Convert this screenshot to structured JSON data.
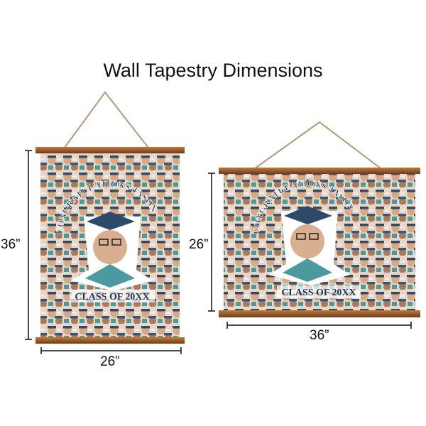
{
  "title": "Wall Tapestry Dimensions",
  "tapestries": [
    {
      "orientation": "portrait",
      "height_label": "36”",
      "width_label": "26”"
    },
    {
      "orientation": "landscape",
      "height_label": "26”",
      "width_label": "36”"
    }
  ],
  "design": {
    "arc_text": "CONGRATULATIONS JASON",
    "bottom_text": "CLASS OF 20XX"
  },
  "colors": {
    "wood": "#9a5a2a",
    "navy": "#2a3f5e",
    "teal": "#4a9aa0",
    "skin": "#d8a88a",
    "string": "#b09a78"
  }
}
